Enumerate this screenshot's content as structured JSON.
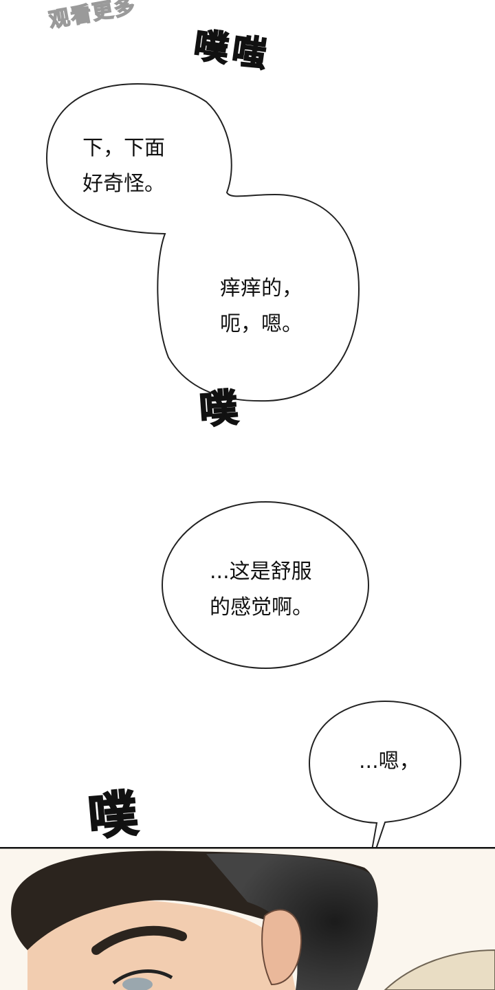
{
  "watermark": "观看更多",
  "sfx": {
    "top": "噗嗤",
    "middle": "噗",
    "bottom": "噗"
  },
  "bubbles": [
    {
      "text": "下，下面\n好奇怪。"
    },
    {
      "text": "痒痒的，\n呃，嗯。"
    },
    {
      "text": "...这是舒服\n的感觉啊。"
    },
    {
      "text": "...嗯，"
    }
  ]
}
